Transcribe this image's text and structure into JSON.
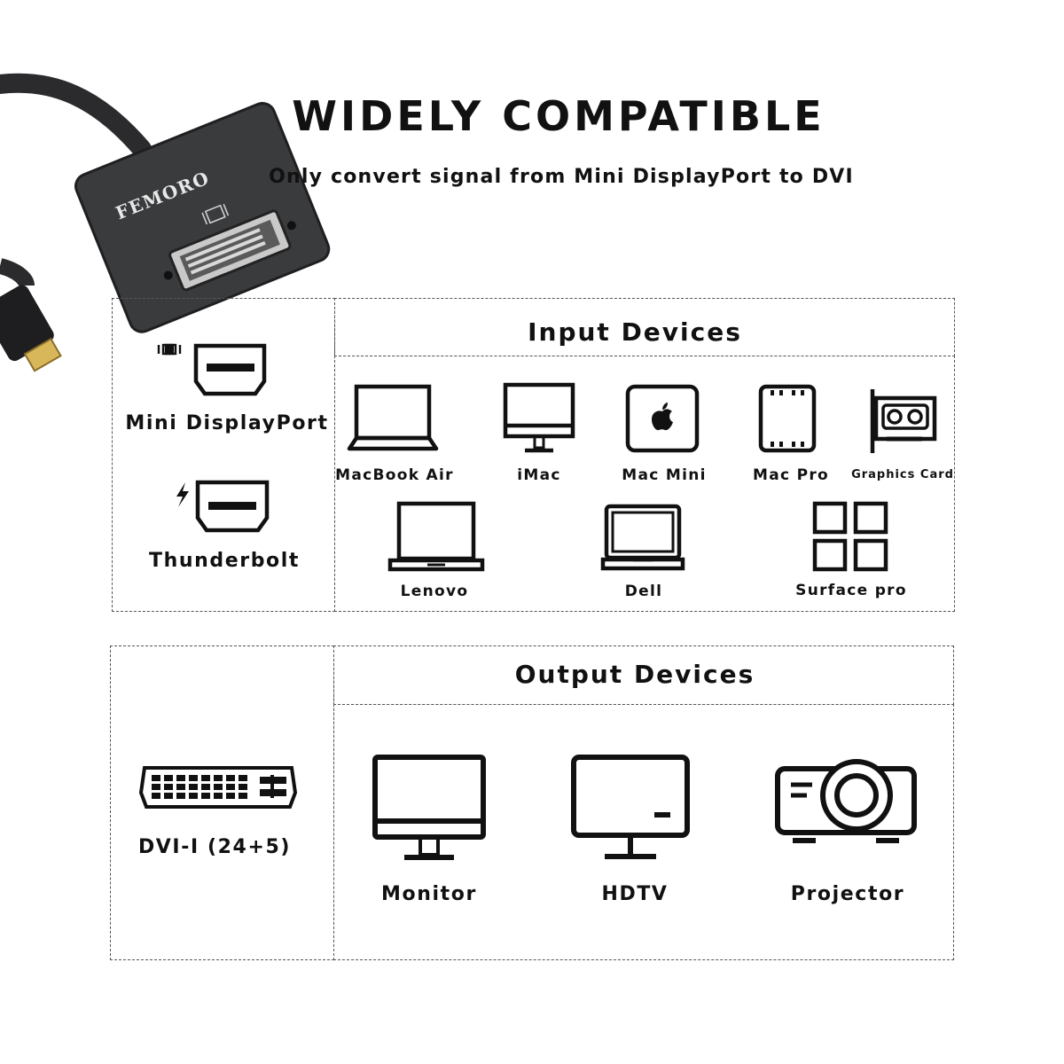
{
  "header": {
    "title": "WIDELY COMPATIBLE",
    "subtitle": "Only convert signal from Mini DisplayPort to DVI"
  },
  "product": {
    "brand": "FEMORO",
    "icon": "adapter-icon",
    "body_color": "#3a3b3d"
  },
  "input_section": {
    "heading": "Input Devices",
    "ports": [
      {
        "label": "Mini DisplayPort",
        "icon": "mini-displayport-icon"
      },
      {
        "label": "Thunderbolt",
        "icon": "thunderbolt-port-icon"
      }
    ],
    "devices": [
      {
        "label": "MacBook Air",
        "icon": "laptop-icon"
      },
      {
        "label": "iMac",
        "icon": "imac-icon"
      },
      {
        "label": "Mac Mini",
        "icon": "mac-mini-icon"
      },
      {
        "label": "Mac Pro",
        "icon": "mac-pro-icon"
      },
      {
        "label": "Graphics Card",
        "icon": "graphics-card-icon"
      },
      {
        "label": "Lenovo",
        "icon": "laptop-icon"
      },
      {
        "label": "Dell",
        "icon": "laptop-icon"
      },
      {
        "label": "Surface pro",
        "icon": "windows-tiles-icon"
      }
    ]
  },
  "output_section": {
    "heading": "Output Devices",
    "port": {
      "label": "DVI-I (24+5)",
      "icon": "dvi-connector-icon"
    },
    "devices": [
      {
        "label": "Monitor",
        "icon": "monitor-icon"
      },
      {
        "label": "HDTV",
        "icon": "hdtv-icon"
      },
      {
        "label": "Projector",
        "icon": "projector-icon"
      }
    ]
  },
  "colors": {
    "ink": "#111111",
    "frame": "#555555",
    "background": "#ffffff"
  }
}
